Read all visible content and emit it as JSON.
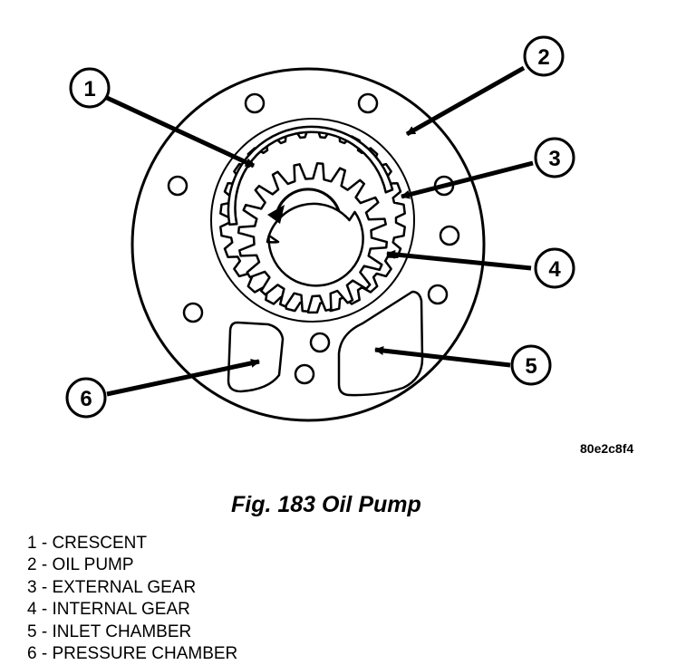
{
  "figure": {
    "id_code": "80e2c8f4",
    "caption": "Fig. 183 Oil Pump"
  },
  "callouts": [
    "1",
    "2",
    "3",
    "4",
    "5",
    "6"
  ],
  "legend": [
    "1 - CRESCENT",
    "2 - OIL PUMP",
    "3 - EXTERNAL GEAR",
    "4 - INTERNAL GEAR",
    "5 - INLET CHAMBER",
    "6 - PRESSURE CHAMBER"
  ],
  "colors": {
    "ink": "#000000",
    "paper": "#ffffff"
  }
}
